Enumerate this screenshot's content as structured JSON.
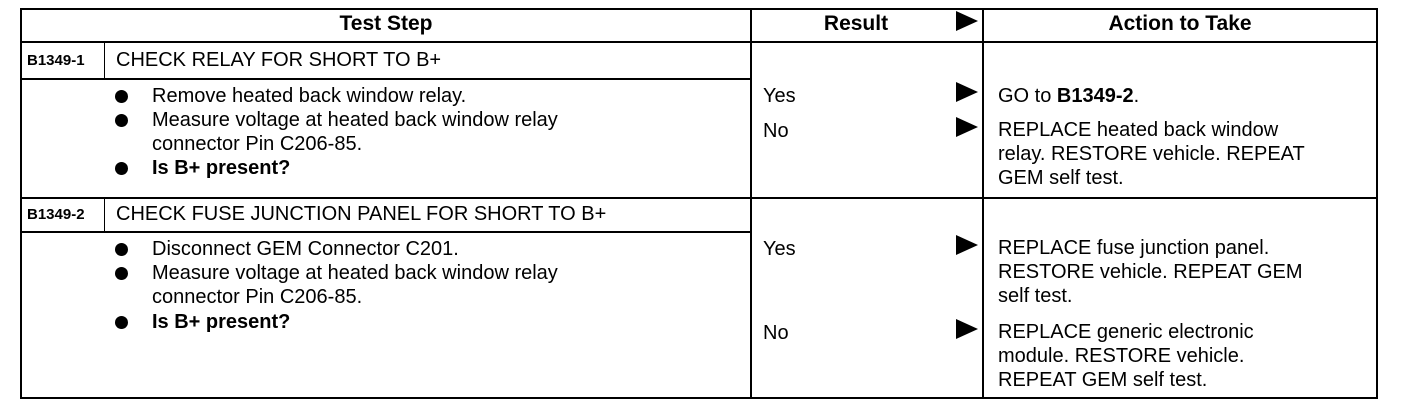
{
  "header": {
    "test_step": "Test Step",
    "result": "Result",
    "action": "Action to Take"
  },
  "steps": [
    {
      "code": "B1349-1",
      "title": "CHECK RELAY FOR SHORT TO B+",
      "bullets": [
        "Remove heated back window relay.",
        "Measure voltage at heated back window relay",
        "connector Pin C206-85.",
        "Is B+ present?"
      ],
      "results": [
        {
          "label": "Yes",
          "action_lines": [
            "GO to ",
            "B1349-2",
            "."
          ]
        },
        {
          "label": "No",
          "action_lines": [
            "REPLACE heated back window",
            "relay. RESTORE vehicle. REPEAT",
            "GEM self test."
          ]
        }
      ]
    },
    {
      "code": "B1349-2",
      "title": "CHECK FUSE JUNCTION PANEL FOR SHORT TO B+",
      "bullets": [
        "Disconnect GEM Connector C201.",
        "Measure voltage at heated back window relay",
        "connector Pin C206-85.",
        "Is B+ present?"
      ],
      "results": [
        {
          "label": "Yes",
          "action_lines": [
            "REPLACE fuse junction panel.",
            "RESTORE vehicle. REPEAT GEM",
            "self test."
          ]
        },
        {
          "label": "No",
          "action_lines": [
            "REPLACE generic electronic",
            "module. RESTORE vehicle.",
            "REPEAT GEM self test."
          ]
        }
      ]
    }
  ]
}
